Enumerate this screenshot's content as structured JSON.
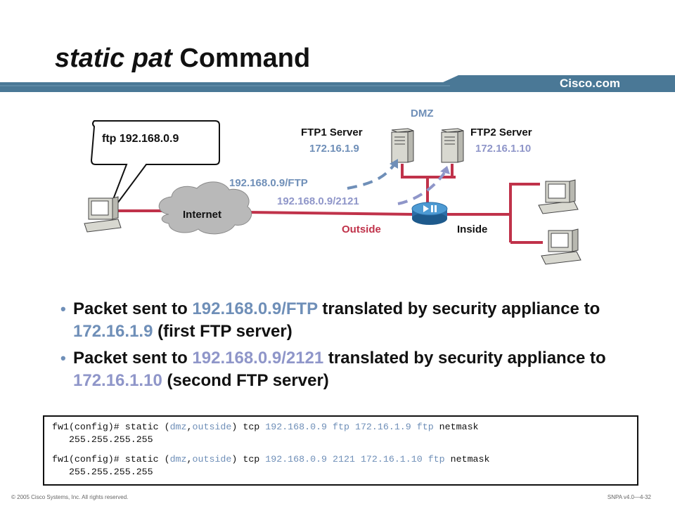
{
  "title": {
    "italic": "static pat",
    "rest": "Command"
  },
  "brand": "Cisco.com",
  "diagram": {
    "dmz_label": "DMZ",
    "ftp1_name": "FTP1 Server",
    "ftp1_ip": "172.16.1.9",
    "ftp2_name": "FTP2 Server",
    "ftp2_ip": "172.16.1.10",
    "bubble": "ftp 192.168.0.9",
    "cloud": "Internet",
    "flow1": "192.168.0.9/FTP",
    "flow2": "192.168.0.9/2121",
    "outside": "Outside",
    "inside": "Inside"
  },
  "bullets": [
    {
      "p1": "Packet sent to ",
      "h1": "192.168.0.9/FTP",
      "p2": " translated by security appliance to ",
      "h2": "172.16.1.9",
      "p3": " (first FTP server)"
    },
    {
      "p1": "Packet sent to ",
      "h1": "192.168.0.9/2121",
      "p2": " translated by security appliance to ",
      "h2": "172.16.1.10",
      "p3": " (second FTP server)"
    }
  ],
  "commands": [
    {
      "a": "fw1(config)# static (",
      "b": "dmz",
      "c": ",",
      "d": "outside",
      "e": ") tcp ",
      "f": "192.168.0.9",
      "g": " ",
      "h": "ftp",
      "i": " ",
      "j": "172.16.1.9",
      "k": " ",
      "l": "ftp",
      "m": " netmask",
      "n": "   255.255.255.255"
    },
    {
      "a": "fw1(config)# static (",
      "b": "dmz",
      "c": ",",
      "d": "outside",
      "e": ") tcp ",
      "f": "192.168.0.9",
      "g": " ",
      "h": "2121",
      "i": " ",
      "j": "172.16.1.10",
      "k": " ",
      "l": "ftp",
      "m": " netmask",
      "n": "   255.255.255.255"
    }
  ],
  "footer": {
    "left": "© 2005 Cisco Systems, Inc. All rights reserved.",
    "right": "SNPA v4.0—4-32"
  },
  "colors": {
    "accent": "#6f8fb8",
    "accent2": "#8f96c9",
    "link": "#c0324a",
    "banner": "#4a7896"
  }
}
